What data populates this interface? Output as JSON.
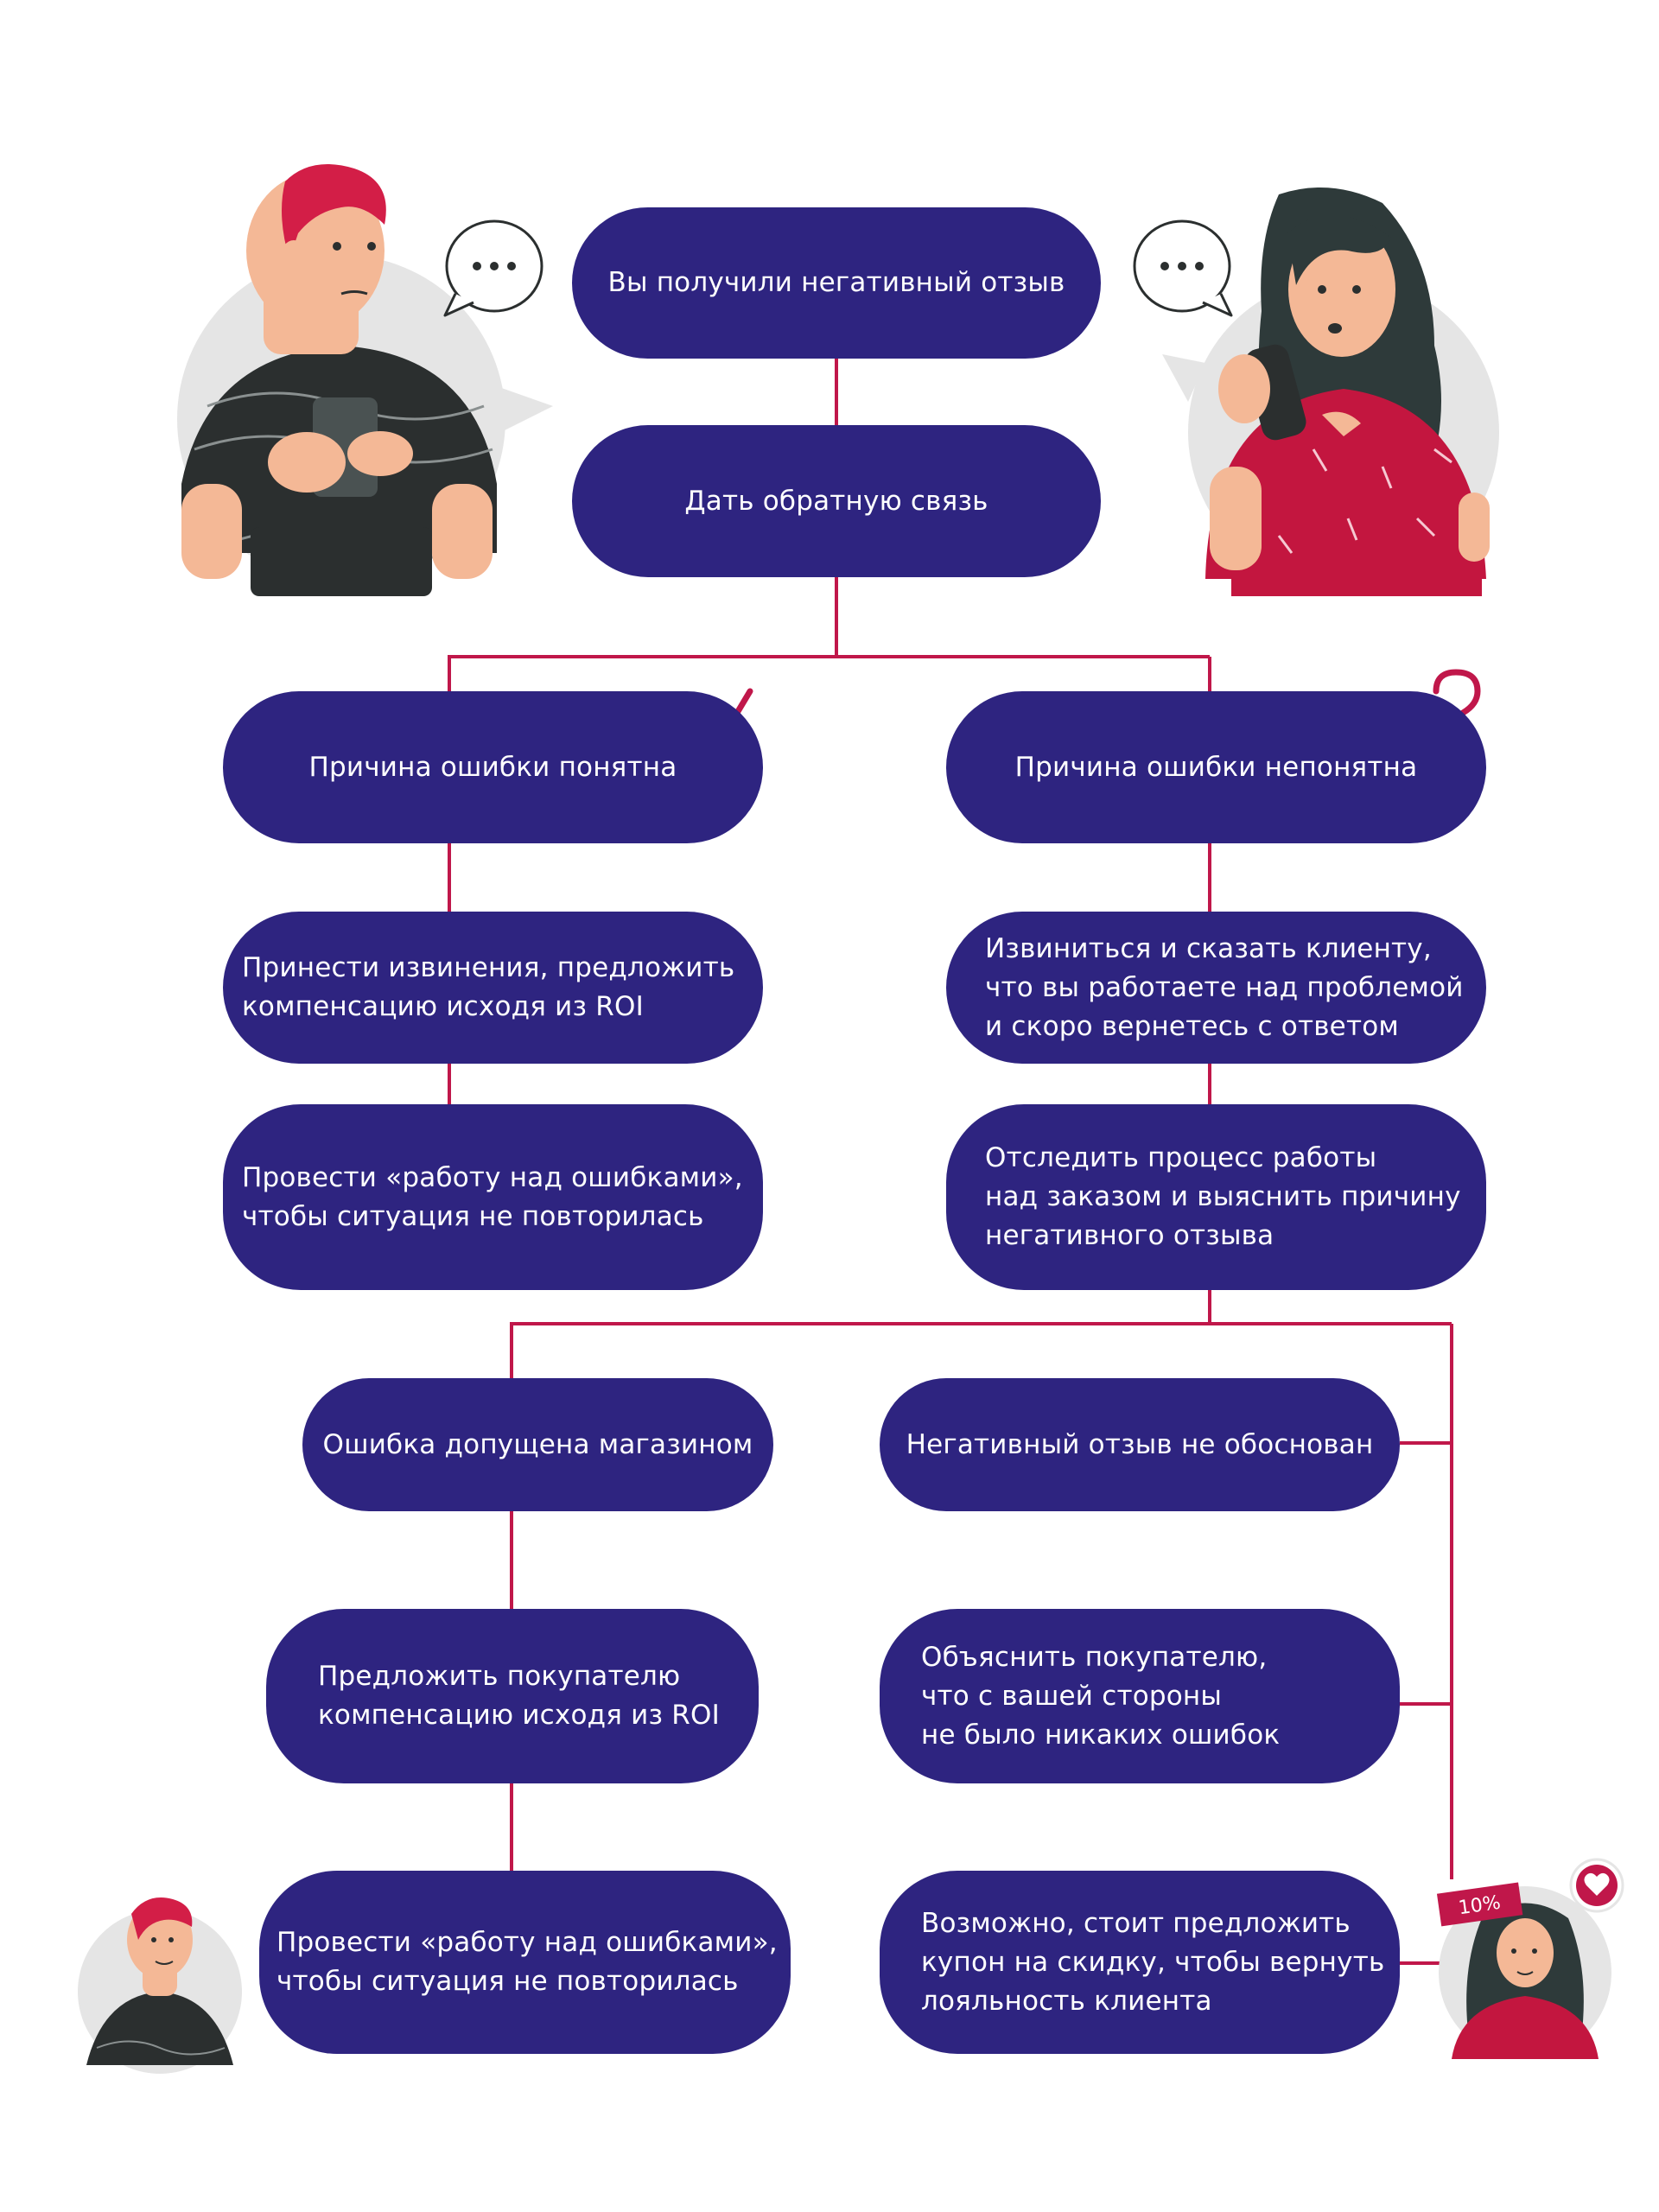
{
  "colors": {
    "node_fill": "#2e2480",
    "node_text": "#ffffff",
    "connector": "#c0174a",
    "accent": "#c0174a",
    "avatar_bg": "#e5e5e5"
  },
  "nodes": {
    "start": "Вы получили негативный отзыв",
    "feedback": "Дать обратную связь",
    "cause_clear": "Причина ошибки понятна",
    "cause_unclear": "Причина ошибки непонятна",
    "apologize_compensate": "Принести извинения, предложить\nкомпенсацию исходя из ROI",
    "apologize_working": "Извиниться и сказать клиенту,\nчто вы работаете над проблемой\nи скоро вернетесь с ответом",
    "fix_errors_1": "Провести «работу над ошибками»,\nчтобы ситуация не повторилась",
    "track_process": "Отследить процесс работы\nнад заказом и выяснить причину\nнегативного отзыва",
    "store_error": "Ошибка допущена магазином",
    "unjustified": "Негативный отзыв не обоснован",
    "offer_compensation": "Предложить покупателю\nкомпенсацию исходя из ROI",
    "explain_no_error": "Объяснить покупателю,\nчто с вашей стороны\nне было никаких ошибок",
    "fix_errors_2": "Провести «работу над ошибками»,\nчтобы ситуация не повторилась",
    "offer_coupon": "Возможно, стоит предложить\nкупон на скидку, чтобы вернуть\nлояльность клиента"
  },
  "badges": {
    "discount": "10%"
  },
  "icons": {
    "check": "check-icon",
    "question": "question-icon",
    "speech_left": "speech-bubble-icon",
    "speech_right": "speech-bubble-icon",
    "heart": "heart-icon"
  }
}
